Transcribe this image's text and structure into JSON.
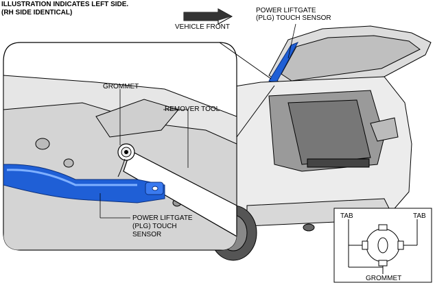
{
  "header": {
    "line1": "ILLUSTRATION INDICATES LEFT SIDE.",
    "line2": "(RH SIDE IDENTICAL)"
  },
  "vehicle_front": "VEHICLE FRONT",
  "labels": {
    "plg_top_1": "POWER LIFTGATE",
    "plg_top_2": "(PLG) TOUCH SENSOR",
    "grommet": "GROMMET",
    "remover_tool": "REMOVER TOOL",
    "plg_bottom_1": "POWER LIFTGATE",
    "plg_bottom_2": "(PLG) TOUCH",
    "plg_bottom_3": "SENSOR"
  },
  "inset": {
    "tab_left": "TAB",
    "tab_right": "TAB",
    "grommet": "GROMMET"
  },
  "colors": {
    "sensor_blue": "#1f5fd6",
    "line": "#000000",
    "panel_gray": "#e6e6e6"
  }
}
